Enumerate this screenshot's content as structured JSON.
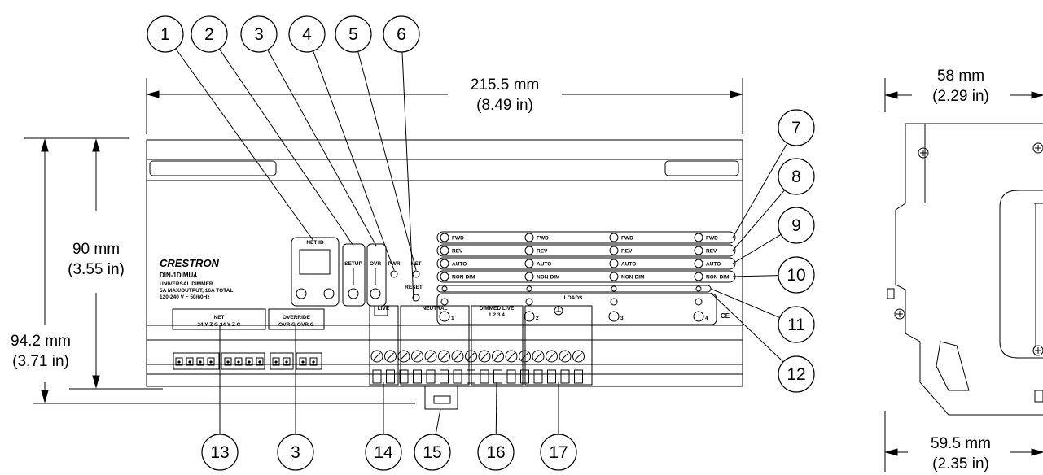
{
  "callouts": {
    "c1": "1",
    "c2": "2",
    "c3": "3",
    "c4": "4",
    "c5": "5",
    "c6": "6",
    "c7": "7",
    "c8": "8",
    "c9": "9",
    "c10": "10",
    "c11": "11",
    "c12": "12",
    "c13": "13",
    "c3b": "3",
    "c14": "14",
    "c15": "15",
    "c16": "16",
    "c17": "17"
  },
  "dimensions": {
    "width_mm": "215.5 mm",
    "width_in": "(8.49 in)",
    "height_mm": "90 mm",
    "height_in": "(3.55 in)",
    "overall_mm": "94.2 mm",
    "overall_in": "(3.71 in)",
    "side_top_mm": "58 mm",
    "side_top_in": "(2.29 in)",
    "side_bottom_mm": "59.5 mm",
    "side_bottom_in": "(2.35 in)"
  },
  "panel": {
    "net_id": "NET ID",
    "setup": "SETUP",
    "ovr": "OVR",
    "pwr": "PWR",
    "net": "NET",
    "reset": "RESET",
    "brand": "CRESTRON",
    "model": "DIN-1DIMU4",
    "desc1": "UNIVERSAL DIMMER",
    "desc2": "5A MAX/OUTPUT, 16A TOTAL",
    "desc3": "120-240 V ~ 50/60Hz",
    "fwd": "FWD",
    "rev": "REV",
    "auto": "AUTO",
    "nondim": "NON-DIM",
    "loads": "LOADS",
    "load1": "1",
    "load2": "2",
    "load3": "3",
    "load4": "4",
    "ce": "CE",
    "net_term": "NET",
    "net_pins": "24  Y  Z  G    24  Y  Z  G",
    "override": "OVERRIDE",
    "override_pins": "OVR G  OVR G",
    "live": "LIVE",
    "neutral": "NEUTRAL",
    "dimmed_live": "DIMMED LIVE",
    "dimmed_pins": "1   2   3   4"
  }
}
